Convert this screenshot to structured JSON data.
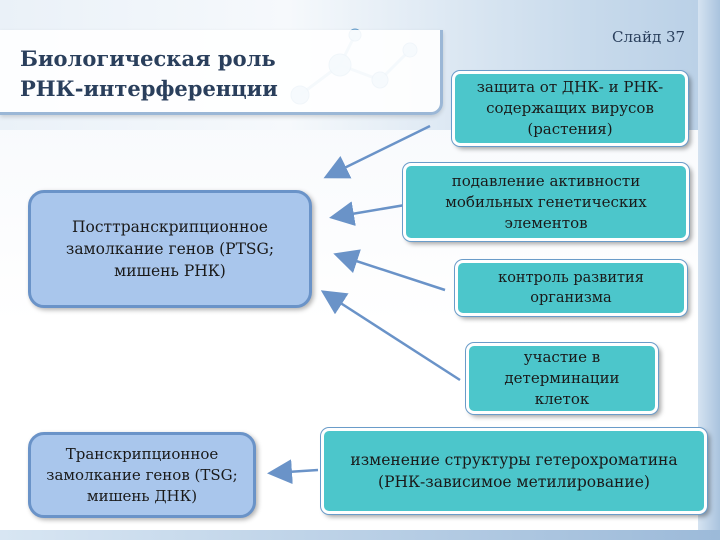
{
  "slide": {
    "title_line1": "Биологическая роль",
    "title_line2": "РНК-интерференции",
    "slide_number": "Слайд 37"
  },
  "left_boxes": {
    "ptgs": "Посттранскрипционное замолкание генов (PTSG; мишень РНК)",
    "tsg": "Транскрипционное замолкание генов (TSG; мишень ДНК)"
  },
  "right_boxes": {
    "viruses": "защита от ДНК- и РНК-содержащих вирусов (растения)",
    "mobile": "подавление активности мобильных генетических элементов",
    "development": "контроль развития организма",
    "determination": "участие в детерминации клеток",
    "heterochromatin": "изменение структуры гетерохроматина (РНК-зависимое метилирование)"
  },
  "colors": {
    "teal_box": "#4cc6cb",
    "blue_box": "#a9c6ec",
    "arrow": "#6a93c8"
  }
}
